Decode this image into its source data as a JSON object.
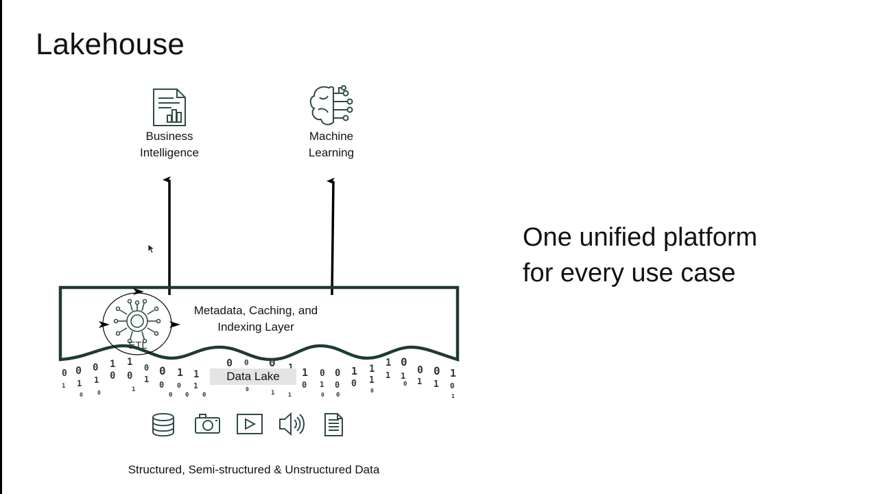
{
  "slide": {
    "title": "Lakehouse"
  },
  "use_cases": [
    {
      "name": "Business\nIntelligence",
      "icon": "report-chart-icon"
    },
    {
      "name": "Machine\nLearning",
      "icon": "brain-circuit-icon"
    }
  ],
  "tagline": {
    "line1": "One unified platform",
    "line2": "for every use case"
  },
  "layer": {
    "label": "Metadata, Caching, and\nIndexing Layer",
    "etl_label": "ETL",
    "etl_icon": "circuit-chip-icon"
  },
  "data_lake": {
    "label": "Data Lake"
  },
  "sources": {
    "label": "Structured, Semi-structured & Unstructured Data",
    "icons": [
      "database-icon",
      "camera-icon",
      "video-play-icon",
      "audio-speaker-icon",
      "document-icon"
    ]
  },
  "colors": {
    "layer_stroke": "#1f3a36",
    "icon_stroke": "#2e4a47",
    "arrow": "#000000",
    "data_lake_label_bg": "#e4e4e4"
  }
}
